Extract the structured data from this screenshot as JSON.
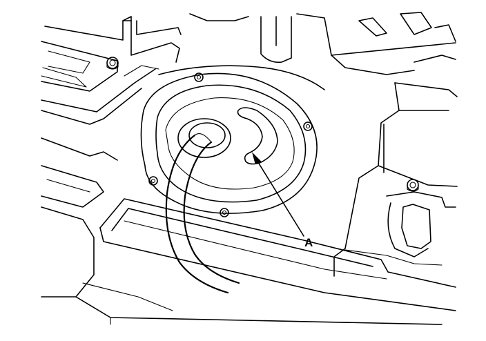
{
  "callout": {
    "label": "A"
  },
  "figure_code": "",
  "colors": {
    "line": "#000000",
    "background": "#ffffff"
  },
  "parts": [
    "floor-panel",
    "fuel-pump-access-plate",
    "wiring-harness",
    "sender-slot",
    "mounting-bolts",
    "floor-rails"
  ]
}
